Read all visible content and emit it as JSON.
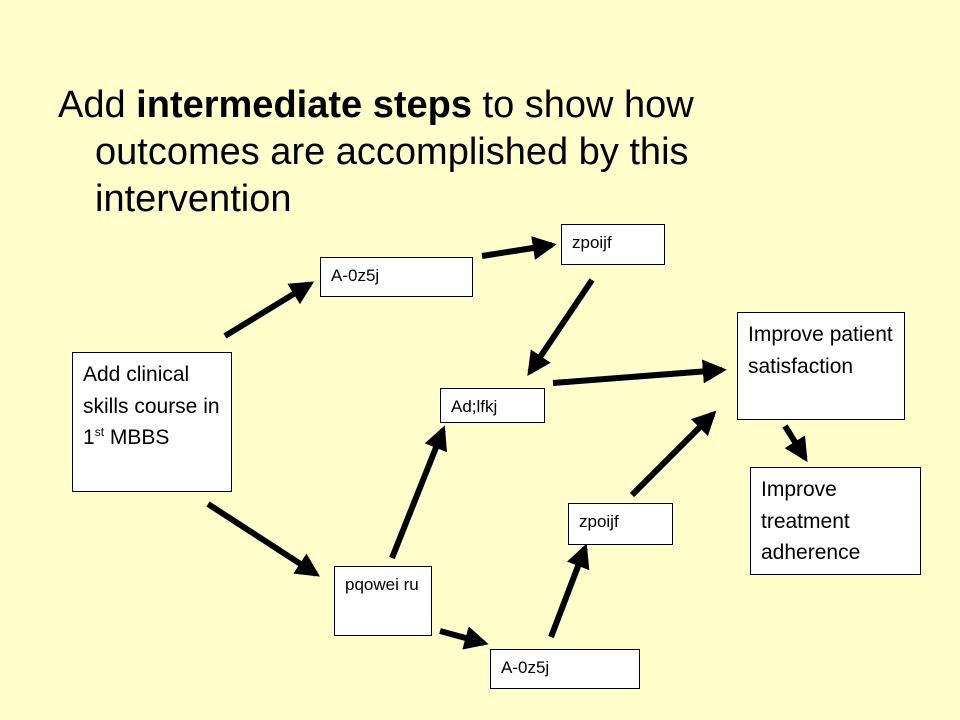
{
  "title": {
    "line1_prefix": "Add ",
    "line1_bold": "intermediate steps",
    "line1_suffix": " to show how",
    "line2": "outcomes are accomplished by this",
    "line3": "intervention"
  },
  "boxes": {
    "start_main": "Add clinical skills course in 1",
    "start_sup": "st",
    "start_tail": " MBBS",
    "top_mid": "A-0z5j",
    "top_right": "zpoijf",
    "center": "Ad;lfkj",
    "bottom_left": "pqowei ru",
    "bottom_mid": "A-0z5j",
    "bottom_right": "zpoijf",
    "outcome_satisfaction": "Improve patient satisfaction",
    "outcome_adherence": "Improve treatment adherence"
  }
}
